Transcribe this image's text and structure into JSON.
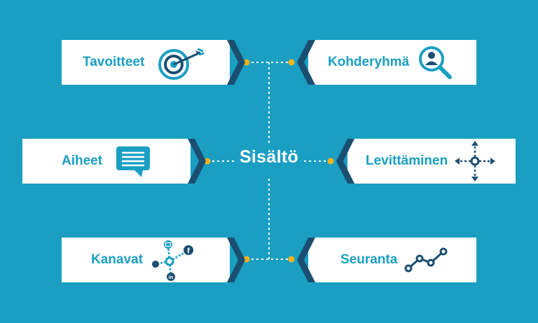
{
  "colors": {
    "background": "#1a9fc3",
    "card": "#ffffff",
    "text": "#1a9fc3",
    "chevron": "#1b4f72",
    "dot": "#f7b21b",
    "line": "#ffffff"
  },
  "center": {
    "label": "Sisältö"
  },
  "cards": {
    "tavoitteet": {
      "label": "Tavoitteet",
      "icon": "target-icon"
    },
    "kohderyhma": {
      "label": "Kohderyhmä",
      "icon": "magnifier-person-icon"
    },
    "aiheet": {
      "label": "Aiheet",
      "icon": "speech-bubble-icon"
    },
    "levittaminen": {
      "label": "Levittäminen",
      "icon": "four-way-arrows-icon"
    },
    "kanavat": {
      "label": "Kanavat",
      "icon": "social-channels-icon"
    },
    "seuranta": {
      "label": "Seuranta",
      "icon": "line-graph-icon"
    }
  }
}
